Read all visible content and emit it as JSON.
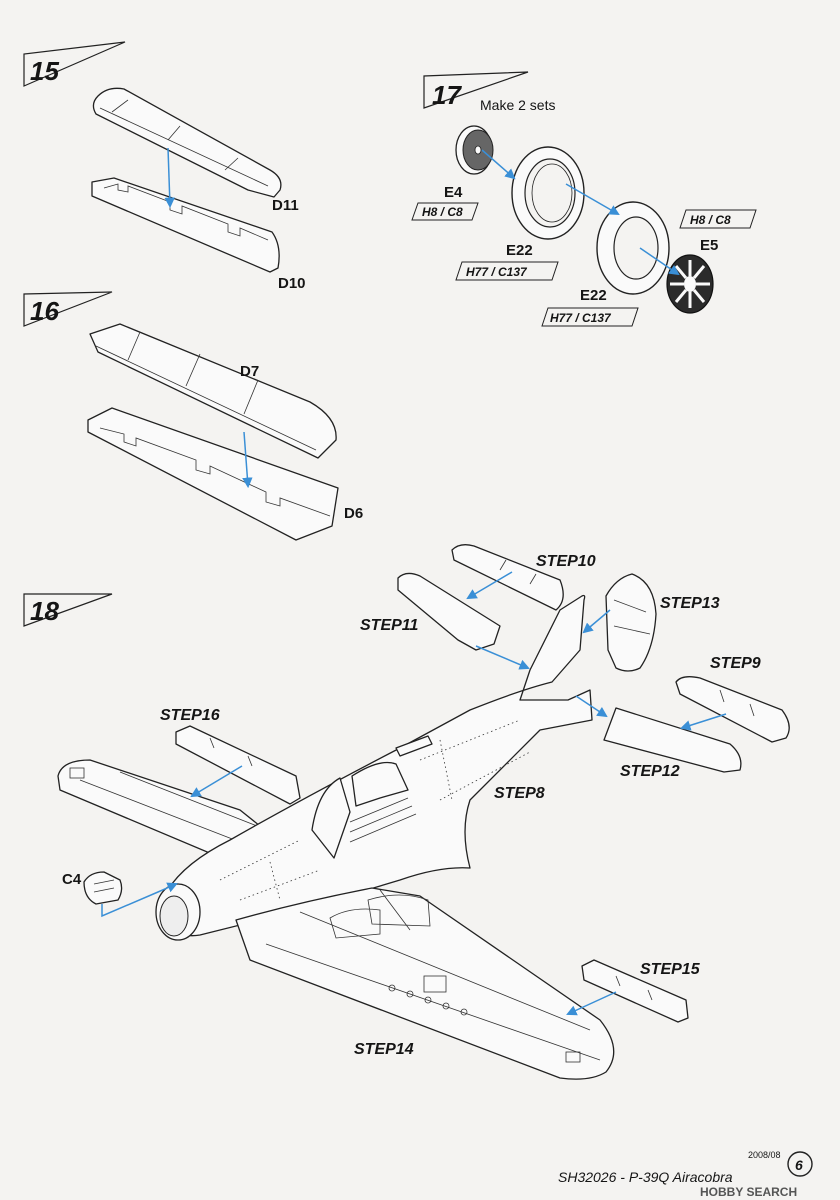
{
  "steps": {
    "s15": {
      "number": "15",
      "parts": [
        "D11",
        "D10"
      ]
    },
    "s16": {
      "number": "16",
      "parts": [
        "D7",
        "D6"
      ]
    },
    "s17": {
      "number": "17",
      "note": "Make 2 sets",
      "parts": [
        {
          "label": "E4",
          "code": "H8 / C8"
        },
        {
          "label": "E22",
          "code": "H77 / C137"
        },
        {
          "label": "E22",
          "code": "H77 / C137"
        },
        {
          "label": "E5",
          "code": "H8 / C8"
        }
      ]
    },
    "s18": {
      "number": "18",
      "part": "C4",
      "references": [
        "STEP10",
        "STEP11",
        "STEP13",
        "STEP9",
        "STEP16",
        "STEP12",
        "STEP8",
        "STEP15",
        "STEP14"
      ]
    }
  },
  "footer": {
    "date": "2008/08",
    "code": "SH32026 - P-39Q Airacobra",
    "page_number": "6",
    "watermark": "HOBBY SEARCH"
  },
  "colors": {
    "arrow": "#3a8fd6",
    "line": "#222222"
  }
}
